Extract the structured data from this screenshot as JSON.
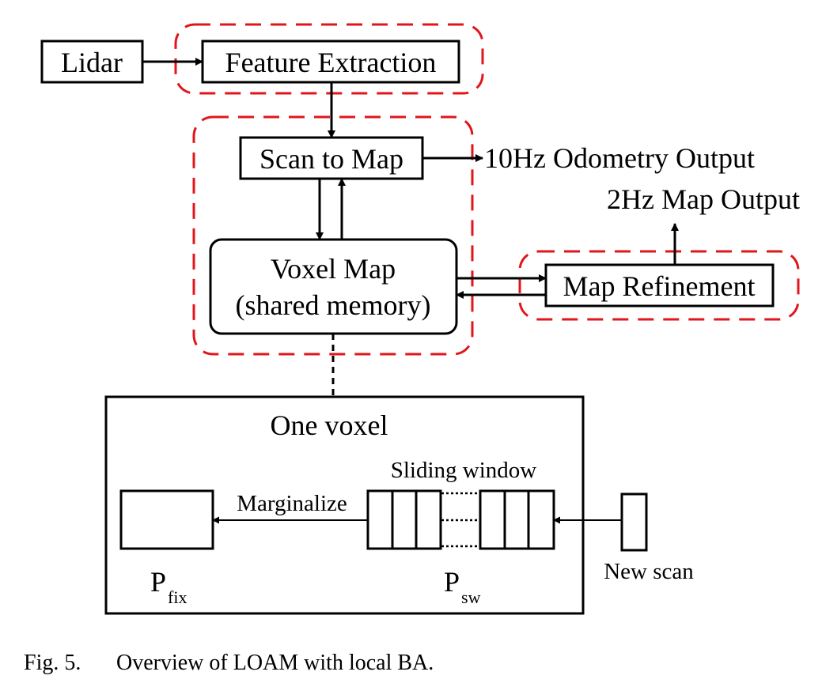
{
  "nodes": {
    "lidar": "Lidar",
    "feature_extraction": "Feature Extraction",
    "scan_to_map": "Scan to Map",
    "voxel_map_line1": "Voxel Map",
    "voxel_map_line2": "(shared memory)",
    "map_refinement": "Map Refinement",
    "odometry_output": "10Hz Odometry Output",
    "map_output": "2Hz Map Output"
  },
  "voxel_detail": {
    "title": "One voxel",
    "sliding_window": "Sliding window",
    "marginalize": "Marginalize",
    "new_scan": "New scan",
    "p_fix_base": "P",
    "p_fix_sub": "fix",
    "p_sw_base": "P",
    "p_sw_sub": "sw"
  },
  "caption": {
    "label": "Fig. 5.",
    "text": "Overview of LOAM with local BA."
  },
  "colors": {
    "module_outline": "#e0161b",
    "line": "#000000"
  }
}
